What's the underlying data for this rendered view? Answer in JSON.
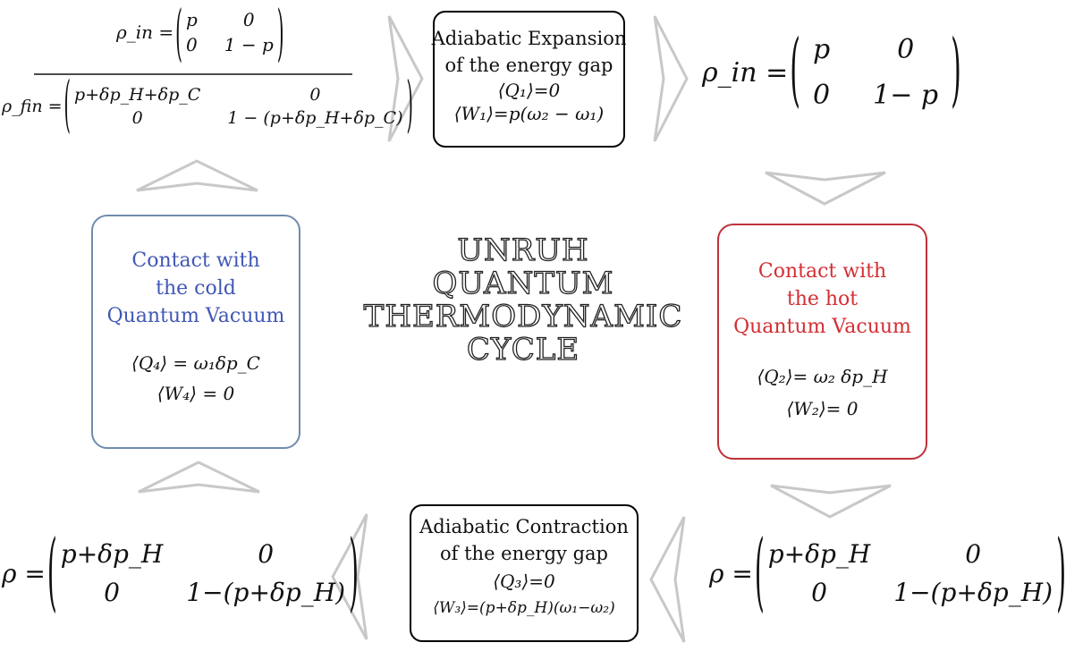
{
  "title": [
    "UNRUH",
    "QUANTUM",
    "THERMODYNAMIC",
    "CYCLE"
  ],
  "stage1": {
    "title": [
      "Adiabatic Expansion",
      "of the energy gap"
    ],
    "eqs": [
      "⟨Q₁⟩=0",
      "⟨W₁⟩=p(ω₂ − ω₁)"
    ]
  },
  "stage2": {
    "title": [
      "Contact with",
      "the hot",
      "Quantum Vacuum"
    ],
    "eqs": [
      "⟨Q₂⟩= ω₂ δp_H",
      "⟨W₂⟩= 0"
    ]
  },
  "stage3": {
    "title": [
      "Adiabatic Contraction",
      "of the energy gap"
    ],
    "eqs": [
      "⟨Q₃⟩=0",
      "⟨W₃⟩=(p+δp_H)(ω₁−ω₂)"
    ]
  },
  "stage4": {
    "title": [
      "Contact with",
      "the cold",
      "Quantum Vacuum"
    ],
    "eqs": [
      "⟨Q₄⟩ = ω₁δp_C",
      "⟨W₄⟩ = 0"
    ]
  },
  "matrices": {
    "rho_in_small": {
      "lhs": "ρ_in =",
      "cells": [
        "p",
        "0",
        "0",
        "1 − p"
      ]
    },
    "rho_fin": {
      "lhs": "ρ_fin =",
      "cells": [
        "p+δp_H+δp_C",
        "0",
        "0",
        "1 − (p+δp_H+δp_C)"
      ]
    },
    "rho_in_large": {
      "lhs": "ρ_in =",
      "cells": [
        "p",
        "0",
        "0",
        "1− p"
      ]
    },
    "rho_right": {
      "lhs": "ρ =",
      "cells": [
        "p+δp_H",
        "0",
        "0",
        "1−(p+δp_H)"
      ]
    },
    "rho_left": {
      "lhs": "ρ =",
      "cells": [
        "p+δp_H",
        "0",
        "0",
        "1−(p+δp_H)"
      ]
    }
  },
  "colors": {
    "arrow": "#c8c8c8",
    "blue_border": "#6f8cad",
    "red_border": "#c0303a",
    "blue_text": "#4157b5",
    "red_text": "#d32e34"
  }
}
